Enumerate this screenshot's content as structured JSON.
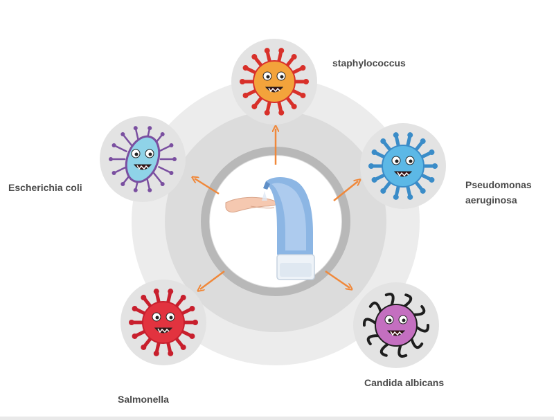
{
  "microbes": [
    {
      "id": "staphylococcus",
      "label_lines": [
        "staphylococcus"
      ],
      "icon": "staphylococcus-germ-icon",
      "body_color": "#f3a33b",
      "spike_color": "#d8302a"
    },
    {
      "id": "pseudomonas",
      "label_lines": [
        "Pseudomonas",
        "aeruginosa"
      ],
      "icon": "pseudomonas-germ-icon",
      "body_color": "#5cb8e6",
      "spike_color": "#3a8cc8"
    },
    {
      "id": "candida",
      "label_lines": [
        "Candida albicans"
      ],
      "icon": "candida-germ-icon",
      "body_color": "#c46fc0",
      "spike_color": "#1e1e1e"
    },
    {
      "id": "salmonella",
      "label_lines": [
        "Salmonella"
      ],
      "icon": "salmonella-germ-icon",
      "body_color": "#e2333f",
      "spike_color": "#c81f2d"
    },
    {
      "id": "ecoli",
      "label_lines": [
        "Escherichia coli"
      ],
      "icon": "escherichia-coli-germ-icon",
      "body_color": "#8fd3e8",
      "spike_color": "#7a4fa0"
    }
  ],
  "center": {
    "icon": "soap-dispenser-with-hand-icon"
  },
  "colors": {
    "arrow": "#f0883a",
    "outer_ring": "#ececec",
    "mid_ring": "#d9d9d9",
    "inner_ring": "#b8b8b8",
    "node_bg": "#e3e3e3",
    "dispenser_blue": "#8cb6e4",
    "label": "#4a4a4a"
  }
}
